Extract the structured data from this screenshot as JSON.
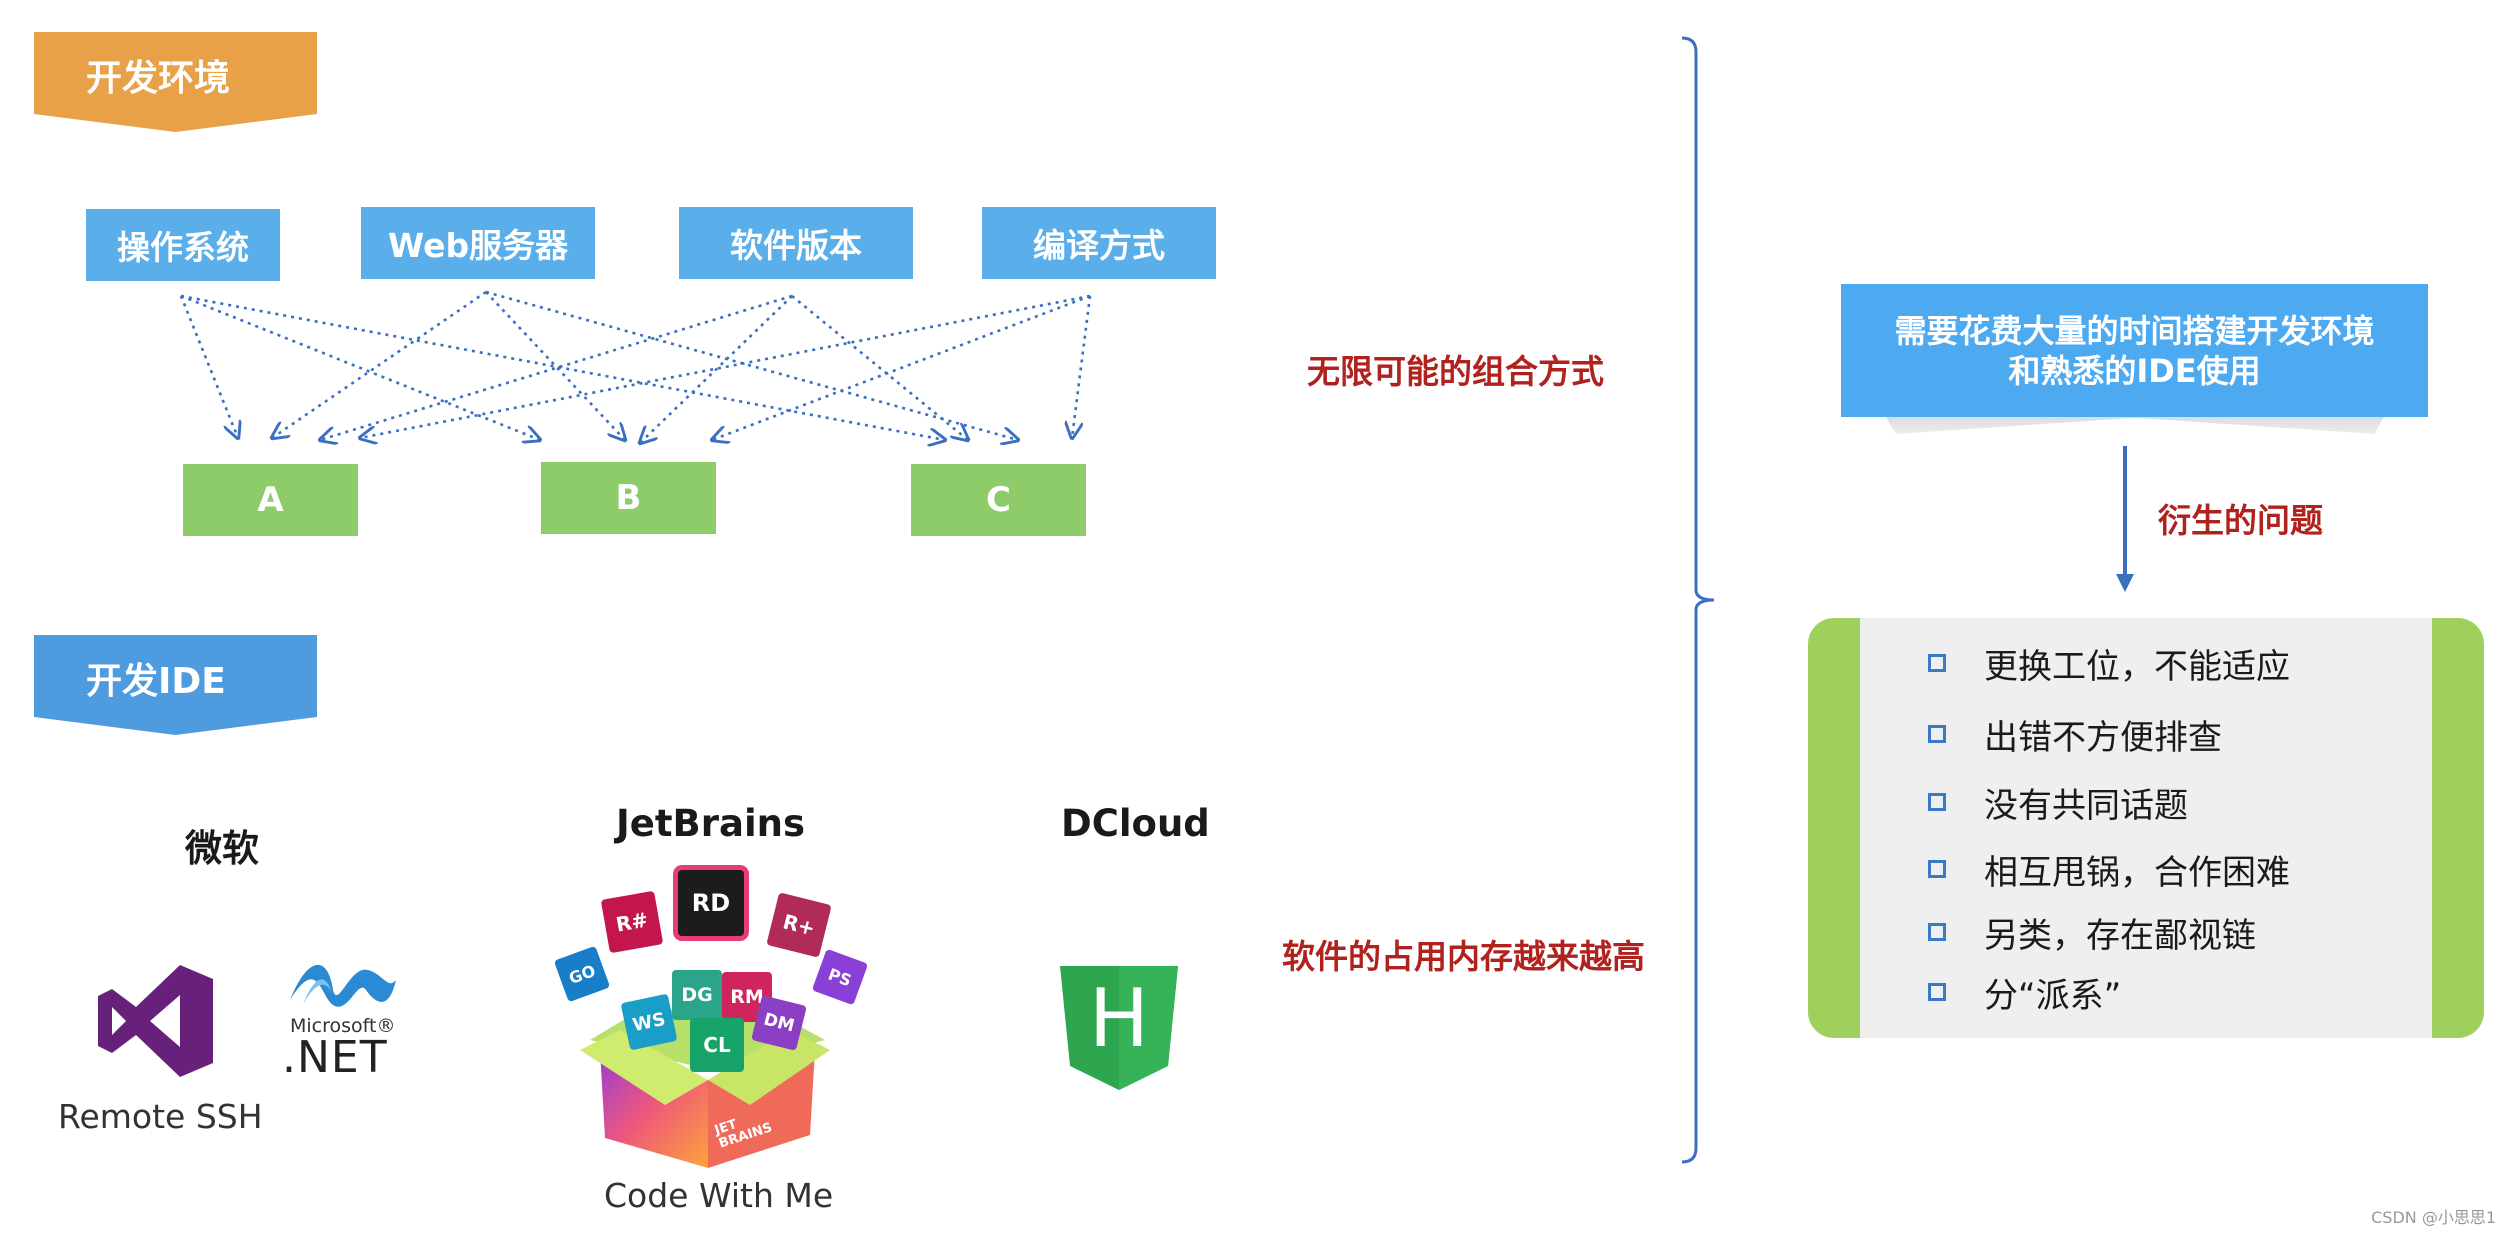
{
  "sections": {
    "dev_env": "开发环境",
    "dev_ide": "开发IDE"
  },
  "env_factors": [
    "操作系统",
    "Web服务器",
    "软件版本",
    "编译方式"
  ],
  "targets": [
    "A",
    "B",
    "C"
  ],
  "notes": {
    "combination": "无限可能的组合方式",
    "memory": "软件的占用内存越来越高"
  },
  "vendors": {
    "microsoft": "微软",
    "jetbrains": "JetBrains",
    "dcloud": "DCloud"
  },
  "captions": {
    "remote_ssh": "Remote SSH",
    "code_with_me": "Code With Me"
  },
  "logos": {
    "ms_small": "Microsoft®",
    "net": ".NET",
    "hbuilder": "H",
    "jb_tiles": [
      "R#",
      "RD",
      "R+",
      "GO",
      "PS",
      "WS",
      "DG",
      "RM",
      "DM",
      "CL"
    ],
    "jb_box": "JET BRAINS"
  },
  "summary": {
    "line1": "需要花费大量的时间搭建开发环境",
    "line2": "和熟悉的IDE使用"
  },
  "derived_label": "衍生的问题",
  "issues": [
    "更换工位，不能适应",
    "出错不方便排查",
    "没有共同话题",
    "相互甩锅，合作困难",
    "另类，存在鄙视链",
    "分“派系”"
  ],
  "watermark": "CSDN @小思思1",
  "colors": {
    "orange_banner": "#e8a049",
    "blue_banner": "#4f9be0",
    "factor_box": "#5aaee9",
    "target_box": "#8ecb69",
    "arrow": "#3a6fc1",
    "red_text": "#b0221e",
    "panel_bg": "#efefef",
    "panel_green": "#9fd05d"
  }
}
